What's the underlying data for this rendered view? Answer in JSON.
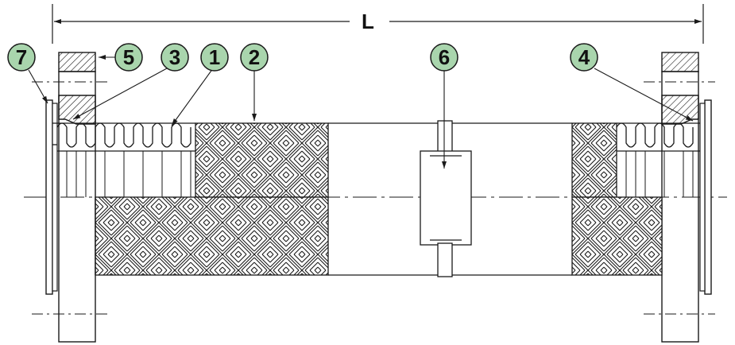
{
  "dimension": {
    "label": "L"
  },
  "callouts": [
    {
      "id": "c7",
      "label": "7"
    },
    {
      "id": "c5",
      "label": "5"
    },
    {
      "id": "c3",
      "label": "3"
    },
    {
      "id": "c1",
      "label": "1"
    },
    {
      "id": "c2",
      "label": "2"
    },
    {
      "id": "c6",
      "label": "6"
    },
    {
      "id": "c4",
      "label": "4"
    }
  ],
  "colors": {
    "callout_fill": "#a9d5ad",
    "line": "#1a1a1a",
    "background": "#ffffff"
  }
}
